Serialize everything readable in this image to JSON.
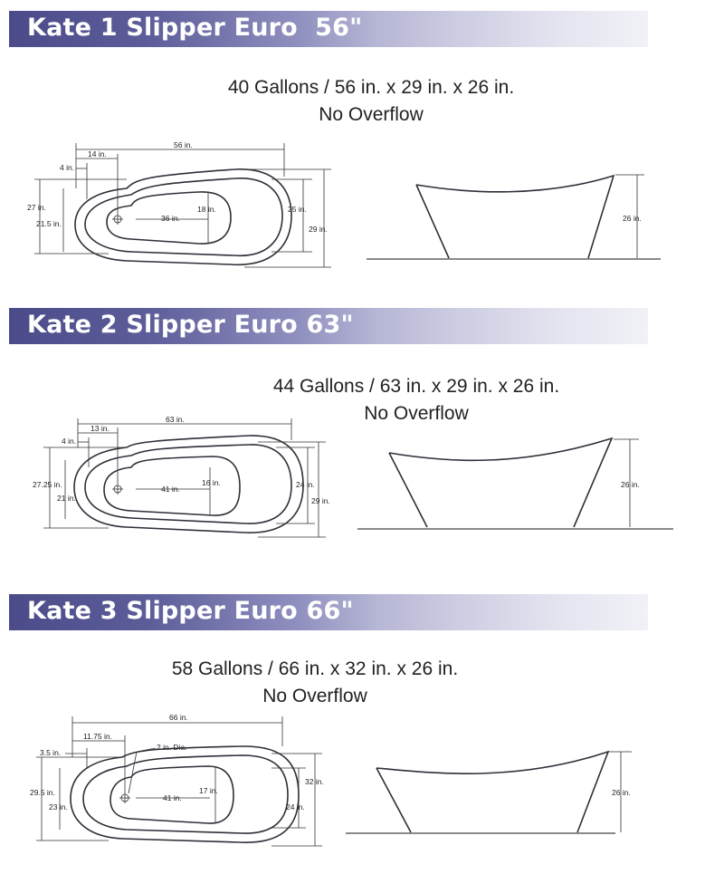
{
  "models": [
    {
      "title": "Kate 1 Slipper Euro  56\"",
      "spec_line": "40 Gallons / 56 in. x 29 in. x 26 in.",
      "overflow": "No Overflow",
      "labels": {
        "overall_length": "56 in.",
        "drain_offset": "14 in.",
        "rim_offset": "4 in.",
        "outer_width": "27 in.",
        "inner_width_left": "21.5 in.",
        "basin_length": "36 in.",
        "basin_width": "18 in.",
        "right_inner": "25 in.",
        "right_outer": "29 in.",
        "height": "26 in."
      }
    },
    {
      "title": "Kate 2 Slipper Euro 63\"",
      "spec_line": "44 Gallons / 63 in. x 29 in. x 26 in.",
      "overflow": "No Overflow",
      "labels": {
        "overall_length": "63 in.",
        "drain_offset": "13 in.",
        "rim_offset": "4 in.",
        "outer_width": "27.25 in.",
        "inner_width_left": "21 in.",
        "basin_length": "41 in.",
        "basin_width": "16 in.",
        "right_inner": "24 in.",
        "right_outer": "29 in.",
        "height": "26 in."
      }
    },
    {
      "title": "Kate 3 Slipper Euro 66\"",
      "spec_line": "58 Gallons / 66 in. x 32 in. x 26 in.",
      "overflow": "No Overflow",
      "labels": {
        "overall_length": "66 in.",
        "drain_offset": "11.75 in.",
        "rim_offset": "3.5 in.",
        "drain_dia": "2 in. Dia.",
        "outer_width": "29.5 in.",
        "inner_width_left": "23 in.",
        "basin_length": "41 in.",
        "basin_width": "17 in.",
        "right_inner": "24 in.",
        "right_outer": "32 in.",
        "height": "26 in."
      }
    }
  ]
}
